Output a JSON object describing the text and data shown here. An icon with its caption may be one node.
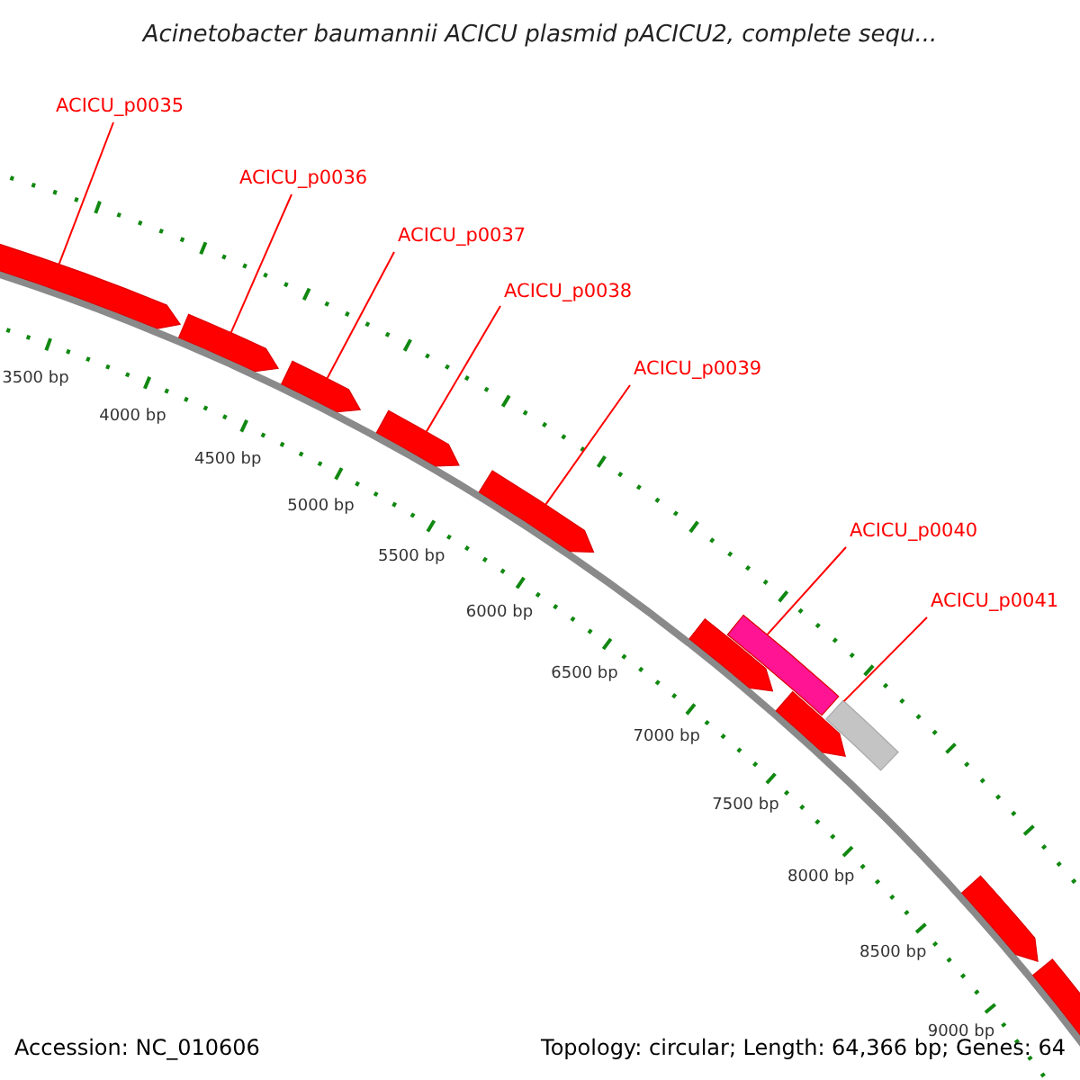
{
  "diagram": {
    "title": "Acinetobacter baumannii ACICU plasmid pACICU2, complete sequ...",
    "nodes": [
      {
        "text": [
          "ACICU_p0035"
        ]
      },
      {
        "text": [
          "ACICU_p0036"
        ]
      },
      {
        "text": [
          "ACICU_p0037"
        ]
      },
      {
        "text": [
          "ACICU_p0038"
        ]
      },
      {
        "text": [
          "ACICU_p0039"
        ]
      },
      {
        "text": [
          "ACICU_p0040"
        ]
      },
      {
        "text": [
          "ACICU_p0041"
        ]
      },
      {
        "text": [],
        "shape": "bar"
      },
      {
        "text": [],
        "shape": "bar"
      },
      {
        "text": [],
        "shape": "bar"
      },
      {
        "text": [],
        "shape": "bar"
      },
      {
        "text": [],
        "shape": "bar"
      },
      {
        "text": [],
        "shape": "bar"
      },
      {
        "text": [],
        "shape": "bar"
      }
    ],
    "edges": [
      {
        "from": 0,
        "to": 7,
        "arrow": "none"
      },
      {
        "from": 1,
        "to": 8,
        "arrow": "none"
      },
      {
        "from": 2,
        "to": 9,
        "arrow": "none"
      },
      {
        "from": 3,
        "to": 10,
        "arrow": "none"
      },
      {
        "from": 4,
        "to": 11,
        "arrow": "none"
      },
      {
        "from": 5,
        "to": 12,
        "arrow": "none"
      },
      {
        "from": 6,
        "to": 13,
        "arrow": "none"
      }
    ],
    "labels": [
      "3500 bp",
      "4000 bp",
      "4500 bp",
      "5000 bp",
      "5500 bp",
      "6000 bp",
      "6500 bp",
      "7000 bp",
      "7500 bp",
      "8000 bp",
      "8500 bp",
      "9000 bp",
      "Accession: NC_010606",
      "Topology: circular; Length: 64,366 bp; Genes: 64"
    ]
  }
}
